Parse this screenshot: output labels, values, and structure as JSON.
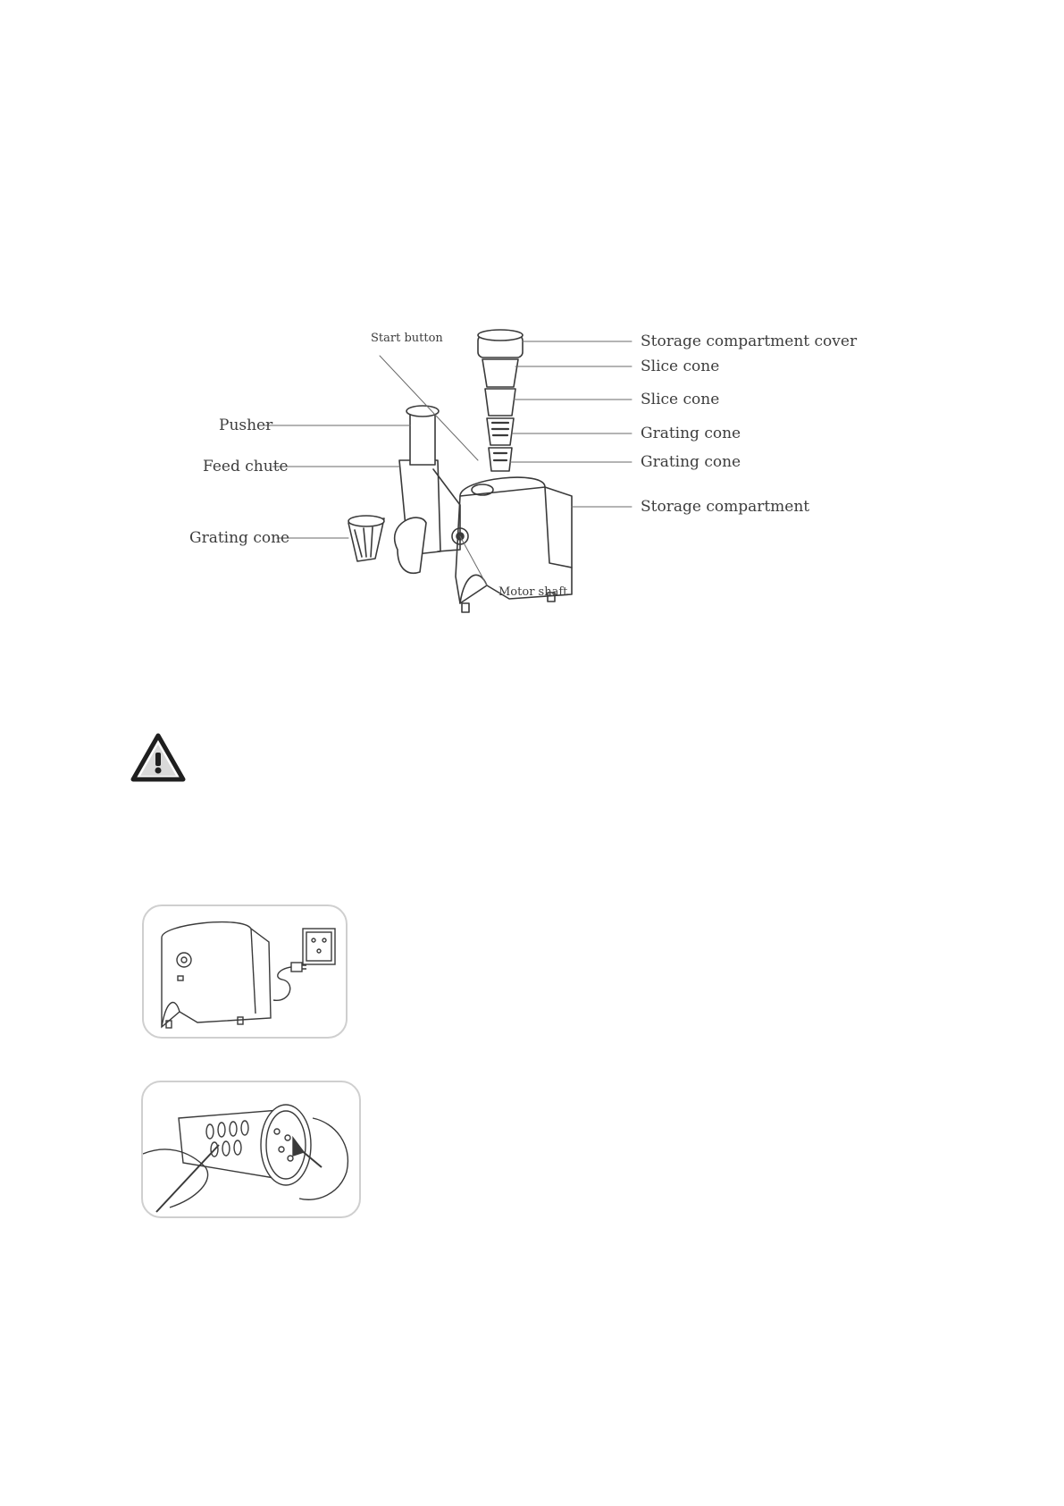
{
  "diagram": {
    "labels": {
      "start_button": "Start button",
      "pusher": "Pusher",
      "feed_chute": "Feed chute",
      "grating_cone_left": "Grating cone",
      "motor_shaft": "Motor shaft",
      "storage_cover": "Storage compartment cover",
      "slice_cone_1": "Slice cone",
      "slice_cone_2": "Slice cone",
      "grating_cone_1": "Grating cone",
      "grating_cone_2": "Grating cone",
      "storage_compartment": "Storage compartment"
    }
  },
  "warning": {
    "icon": "warning-triangle-icon"
  },
  "figures": {
    "unplug": {
      "icon": "appliance-plug-socket-illustration"
    },
    "cleaning": {
      "icon": "cone-cleaning-brush-illustration"
    }
  },
  "colors": {
    "line": "#3a3a3a",
    "frame": "#cfcfcf"
  }
}
